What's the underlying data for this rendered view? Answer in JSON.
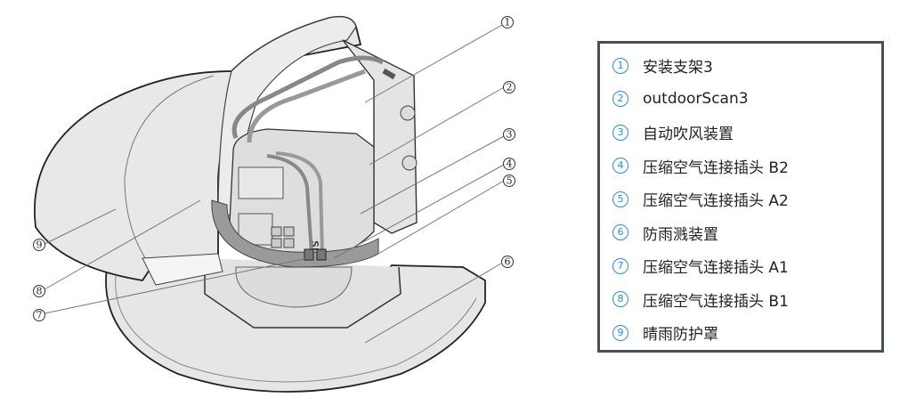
{
  "diagram": {
    "subject": "outdoorScan3 with weather protection hood",
    "device_brand_text": "SICK",
    "callouts": [
      {
        "id": 1,
        "label": "①"
      },
      {
        "id": 2,
        "label": "②"
      },
      {
        "id": 3,
        "label": "③"
      },
      {
        "id": 4,
        "label": "④"
      },
      {
        "id": 5,
        "label": "⑤"
      },
      {
        "id": 6,
        "label": "⑥"
      },
      {
        "id": 7,
        "label": "⑦"
      },
      {
        "id": 8,
        "label": "⑧"
      },
      {
        "id": 9,
        "label": "⑨"
      }
    ]
  },
  "legend": {
    "accent_color": "#2a8fd6",
    "border_color": "#4a5156",
    "items": [
      {
        "num": "1",
        "text": "安装支架3"
      },
      {
        "num": "2",
        "text": "outdoorScan3"
      },
      {
        "num": "3",
        "text": "自动吹风装置"
      },
      {
        "num": "4",
        "text": "压缩空气连接插头 B2"
      },
      {
        "num": "5",
        "text": "压缩空气连接插头 A2"
      },
      {
        "num": "6",
        "text": "防雨溅装置"
      },
      {
        "num": "7",
        "text": "压缩空气连接插头 A1"
      },
      {
        "num": "8",
        "text": "压缩空气连接插头 B1"
      },
      {
        "num": "9",
        "text": "晴雨防护罩"
      }
    ]
  }
}
